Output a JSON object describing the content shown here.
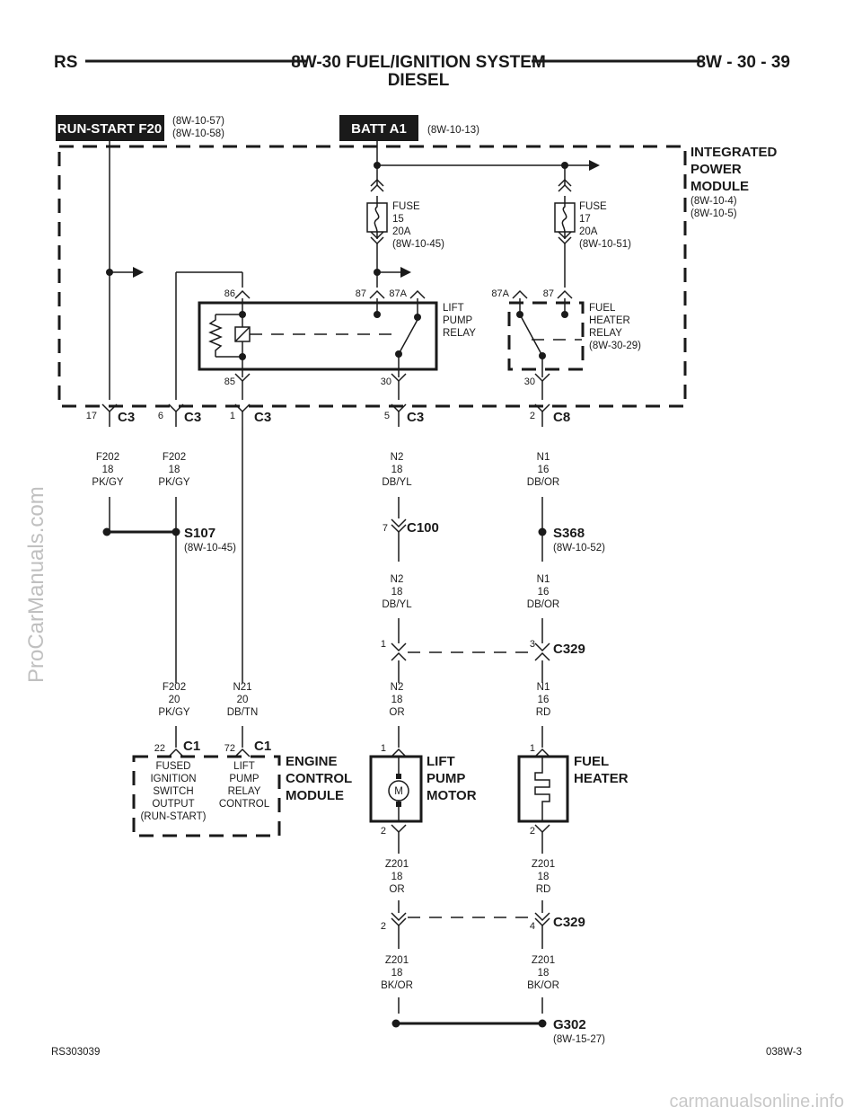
{
  "header": {
    "left": "RS",
    "title": "8W-30 FUEL/IGNITION SYSTEM",
    "subtitle": "DIESEL",
    "right": "8W - 30 - 39"
  },
  "sources": {
    "run_start": {
      "label": "RUN-START F20",
      "ref1": "(8W-10-57)",
      "ref2": "(8W-10-58)"
    },
    "batt": {
      "label": "BATT A1",
      "ref": "(8W-10-13)"
    }
  },
  "ipm": {
    "title1": "INTEGRATED",
    "title2": "POWER",
    "title3": "MODULE",
    "ref1": "(8W-10-4)",
    "ref2": "(8W-10-5)"
  },
  "fuse15": {
    "l1": "FUSE",
    "l2": "15",
    "l3": "20A",
    "l4": "(8W-10-45)"
  },
  "fuse17": {
    "l1": "FUSE",
    "l2": "17",
    "l3": "20A",
    "l4": "(8W-10-51)"
  },
  "lift_relay": {
    "p86": "86",
    "p87": "87",
    "p87a": "87A",
    "p85": "85",
    "p30": "30",
    "l1": "LIFT",
    "l2": "PUMP",
    "l3": "RELAY"
  },
  "fuel_relay": {
    "p87a": "87A",
    "p87": "87",
    "p30": "30",
    "l1": "FUEL",
    "l2": "HEATER",
    "l3": "RELAY",
    "l4": "(8W-30-29)"
  },
  "connectors": {
    "c3_17": {
      "pin": "17",
      "name": "C3"
    },
    "c3_6": {
      "pin": "6",
      "name": "C3"
    },
    "c3_1": {
      "pin": "1",
      "name": "C3"
    },
    "c3_5": {
      "pin": "5",
      "name": "C3"
    },
    "c8_2": {
      "pin": "2",
      "name": "C8"
    },
    "c100_7": {
      "pin": "7",
      "name": "C100"
    },
    "c329_1": {
      "pin": "1",
      "name": "C329"
    },
    "c329_3": {
      "pin": "3"
    },
    "c329_2": {
      "pin": "2",
      "name": "C329"
    },
    "c329_4": {
      "pin": "4"
    },
    "c1_22": {
      "pin": "22",
      "name": "C1"
    },
    "c1_72": {
      "pin": "72",
      "name": "C1"
    }
  },
  "wires": {
    "f202a": {
      "c": "F202",
      "g": "18",
      "col": "PK/GY"
    },
    "f202b": {
      "c": "F202",
      "g": "18",
      "col": "PK/GY"
    },
    "n2a": {
      "c": "N2",
      "g": "18",
      "col": "DB/YL"
    },
    "n1a": {
      "c": "N1",
      "g": "16",
      "col": "DB/OR"
    },
    "n2b": {
      "c": "N2",
      "g": "18",
      "col": "DB/YL"
    },
    "n1b": {
      "c": "N1",
      "g": "16",
      "col": "DB/OR"
    },
    "f202c": {
      "c": "F202",
      "g": "20",
      "col": "PK/GY"
    },
    "n21": {
      "c": "N21",
      "g": "20",
      "col": "DB/TN"
    },
    "n2c": {
      "c": "N2",
      "g": "18",
      "col": "OR"
    },
    "n1c": {
      "c": "N1",
      "g": "16",
      "col": "RD"
    },
    "z201a": {
      "c": "Z201",
      "g": "18",
      "col": "OR"
    },
    "z201b": {
      "c": "Z201",
      "g": "18",
      "col": "RD"
    },
    "z201c": {
      "c": "Z201",
      "g": "18",
      "col": "BK/OR"
    },
    "z201d": {
      "c": "Z201",
      "g": "18",
      "col": "BK/OR"
    }
  },
  "splices": {
    "s107": {
      "name": "S107",
      "ref": "(8W-10-45)"
    },
    "s368": {
      "name": "S368",
      "ref": "(8W-10-52)"
    },
    "g302": {
      "name": "G302",
      "ref": "(8W-15-27)"
    }
  },
  "ecm": {
    "a1": "FUSED",
    "a2": "IGNITION",
    "a3": "SWITCH",
    "a4": "OUTPUT",
    "a5": "(RUN-START)",
    "b1": "LIFT",
    "b2": "PUMP",
    "b3": "RELAY",
    "b4": "CONTROL",
    "t1": "ENGINE",
    "t2": "CONTROL",
    "t3": "MODULE"
  },
  "motor": {
    "p1": "1",
    "p2": "2",
    "sym": "M",
    "t1": "LIFT",
    "t2": "PUMP",
    "t3": "MOTOR"
  },
  "heater": {
    "p1": "1",
    "p2": "2",
    "t1": "FUEL",
    "t2": "HEATER"
  },
  "footer": {
    "left": "RS303039",
    "right": "038W-3"
  },
  "watermarks": {
    "side": "ProCarManuals.com",
    "bottom": "carmanualsonline.info"
  }
}
